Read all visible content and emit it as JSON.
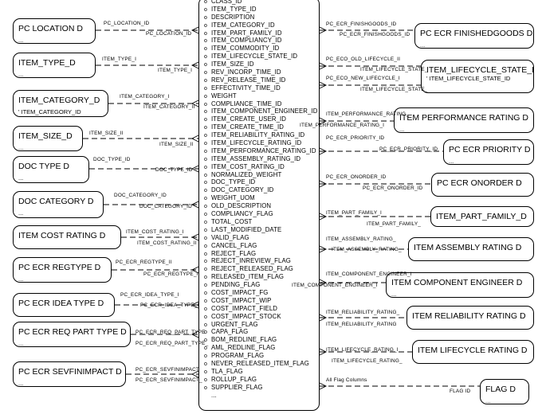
{
  "central_entity": {
    "attributes": [
      "CLASS_ID",
      "ITEM_TYPE_ID",
      "DESCRIPTION",
      "ITEM_CATEGORY_ID",
      "ITEM_PART_FAMILY_ID",
      "ITEM_COMPLIANCY_ID",
      "ITEM_COMMODITY_ID",
      "ITEM_LIFECYCLE_STATE_ID",
      "ITEM_SIZE_ID",
      "REV_INCORP_TIME_ID",
      "REV_RELEASE_TIME_ID",
      "EFFECTIVITY_TIME_ID",
      "WEIGHT",
      "COMPLIANCE_TIME_ID",
      "ITEM_COMPONENT_ENGINEER_ID",
      "ITEM_CREATE_USER_ID",
      "ITEM_CREATE_TIME_ID",
      "ITEM_RELIABILITY_RATING_ID",
      "ITEM_LIFECYCLE_RATING_ID",
      "ITEM_PERFORMANCE_RATING_ID",
      "ITEM_ASSEMBLY_RATING_ID",
      "ITEM_COST_RATING_ID",
      "NORMALIZED_WEIGHT",
      "DOC_TYPE_ID",
      "DOC_CATEGORY_ID",
      "WEIGHT_UOM",
      "OLD_DESCRIPTION",
      "COMPLIANCY_FLAG",
      "TOTAL_COST",
      "LAST_MODIFIED_DATE",
      "VALID_FLAG",
      "CANCEL_FLAG",
      "REJECT_FLAG",
      "REJECT_INREVIEW_FLAG",
      "REJECT_RELEASED_FLAG",
      "RELEASED_ITEM_FLAG",
      "PENDING_FLAG",
      "COST_IMPACT_FG",
      "COST_IMPACT_WIP",
      "COST_IMPACT_FIELD",
      "COST_IMPACT_STOCK",
      "URGENT_FLAG",
      "CAPA_FLAG",
      "BOM_REDLINE_FLAG",
      "AML_REDLINE_FLAG",
      "PROGRAM_FLAG",
      "NEVER_RELEASED_ITEM_FLAG",
      "TLA_FLAG",
      "ROLLUP_FLAG",
      "SUPPLIER_FLAG",
      "..."
    ]
  },
  "left_entities": [
    {
      "title": "PC LOCATION D",
      "sub": "...",
      "rel_top": "PC_LOCATION_ID",
      "rel_bottom": "PC_LOCATION_ID"
    },
    {
      "title": "ITEM_TYPE_D",
      "sub": "...",
      "rel_top": "ITEM_TYPE_I",
      "rel_bottom": "ITEM_TYPE_I"
    },
    {
      "title": "ITEM_CATEGORY_D",
      "sub": "' ITEM_CATEGORY_ID",
      "rel_top": "ITEM_CATEGORY_I",
      "rel_bottom": "ITEM_CATEGORY_II"
    },
    {
      "title": "ITEM_SIZE_D",
      "sub": "...",
      "rel_top": "ITEM_SIZE_II",
      "rel_bottom": "ITEM_SIZE_II"
    },
    {
      "title": "DOC TYPE D",
      "sub": "...",
      "rel_top": "DOC_TYPE_ID",
      "rel_bottom": "DOC_TYPE_ID"
    },
    {
      "title": "DOC CATEGORY D",
      "sub": "...",
      "rel_top": "DOC_CATEGORY_ID",
      "rel_bottom": "DOC_CATEGORY_ID"
    },
    {
      "title": "ITEM COST RATING D",
      "sub": "",
      "rel_top": "ITEM_COST_RATING_I",
      "rel_bottom": "ITEM_COST_RATING_II"
    },
    {
      "title": "PC ECR REGTYPE D",
      "sub": "...",
      "rel_top": "PC_ECR_REGTYPE_II",
      "rel_bottom": "PC_ECR_REGTYPE_II"
    },
    {
      "title": "PC ECR IDEA TYPE D",
      "sub": "...",
      "rel_top": "PC_ECR_IDEA_TYPE_I",
      "rel_bottom": "PC_ECR_IDEA_TYPE_I"
    },
    {
      "title": "PC ECR REQ PART TYPE D",
      "sub": "...",
      "rel_top": "PC_ECR_REQ_PART_TYPE",
      "rel_bottom": "PC_ECR_REQ_PART_TYPE_"
    },
    {
      "title": "PC ECR SEVFINIMPACT D",
      "sub": "...",
      "rel_top": "PC_ECR_SEVFINIMPACT",
      "rel_bottom": "PC_ECR_SEVFINIMPACT_"
    }
  ],
  "right_entities": [
    {
      "title": "PC ECR FINISHEDGOODS D",
      "sub": "...",
      "rel_top": "PC_ECR_FINISHGOODS_ID",
      "rel_bottom": "PC_ECR_FINISHGOODS_ID"
    },
    {
      "title": "ITEM_LIFECYCLE_STATE_I",
      "sub": "' ITEM_LIFECYCLE_STATE_ID",
      "rel_top": "PC_ECO_OLD_LIFECYCLE_II",
      "rel_bottom": "ITEM_LIFECYCLE_STATE_",
      "rel_top2": "PC_ECO_NEW_LIFECYCLE_I",
      "rel_bottom2": "ITEM_LIFECYCLE_STATE_"
    },
    {
      "title": "ITEM PERFORMANCE RATING D",
      "sub": "...",
      "rel_top": "ITEM_PERFORMANCE_RATING_",
      "rel_bottom": "ITEM_PERFORMANCE_RATING_I"
    },
    {
      "title": "PC ECR PRIORITY D",
      "sub": "...",
      "rel_top": "PC_ECR_PRIORITY_ID",
      "rel_bottom": "PC_ECR_PRIORITY_ID"
    },
    {
      "title": "PC ECR ONORDER D",
      "sub": "...",
      "rel_top": "PC_ECR_ONORDER_ID",
      "rel_bottom": "PC_ECR_ONORDER_ID"
    },
    {
      "title": "ITEM_PART_FAMILY_D",
      "sub": "",
      "rel_top": "ITEM_PART_FAMILY_I",
      "rel_bottom": "ITEM_PART_FAMILY_"
    },
    {
      "title": "ITEM ASSEMBLY RATING D",
      "sub": "",
      "rel_top": "ITEM_ASSEMBLY_RATING_",
      "rel_bottom": "ITEM_ASSEMBLY_RATING_"
    },
    {
      "title": "ITEM COMPONENT ENGINEER D",
      "sub": "...",
      "rel_top": "ITEM_COMPONENT_ENGINEER_I",
      "rel_bottom": "ITEM_COMPONENT_ENGINEER_I"
    },
    {
      "title": "ITEM RELIABILITY RATING D",
      "sub": "",
      "rel_top": "ITEM_RELIABILITY_RATING_",
      "rel_bottom": "ITEM_RELIABILITY_RATING"
    },
    {
      "title": "ITEM LIFECYCLE RATING D",
      "sub": "",
      "rel_top": "ITEM_LIFECYCLE_RATING_I",
      "rel_bottom": "ITEM_LIFECYCLE_RATING_"
    },
    {
      "title": "FLAG D",
      "sub": "...",
      "rel_top": "All Flag Columns",
      "rel_bottom": "FLAG ID"
    }
  ]
}
